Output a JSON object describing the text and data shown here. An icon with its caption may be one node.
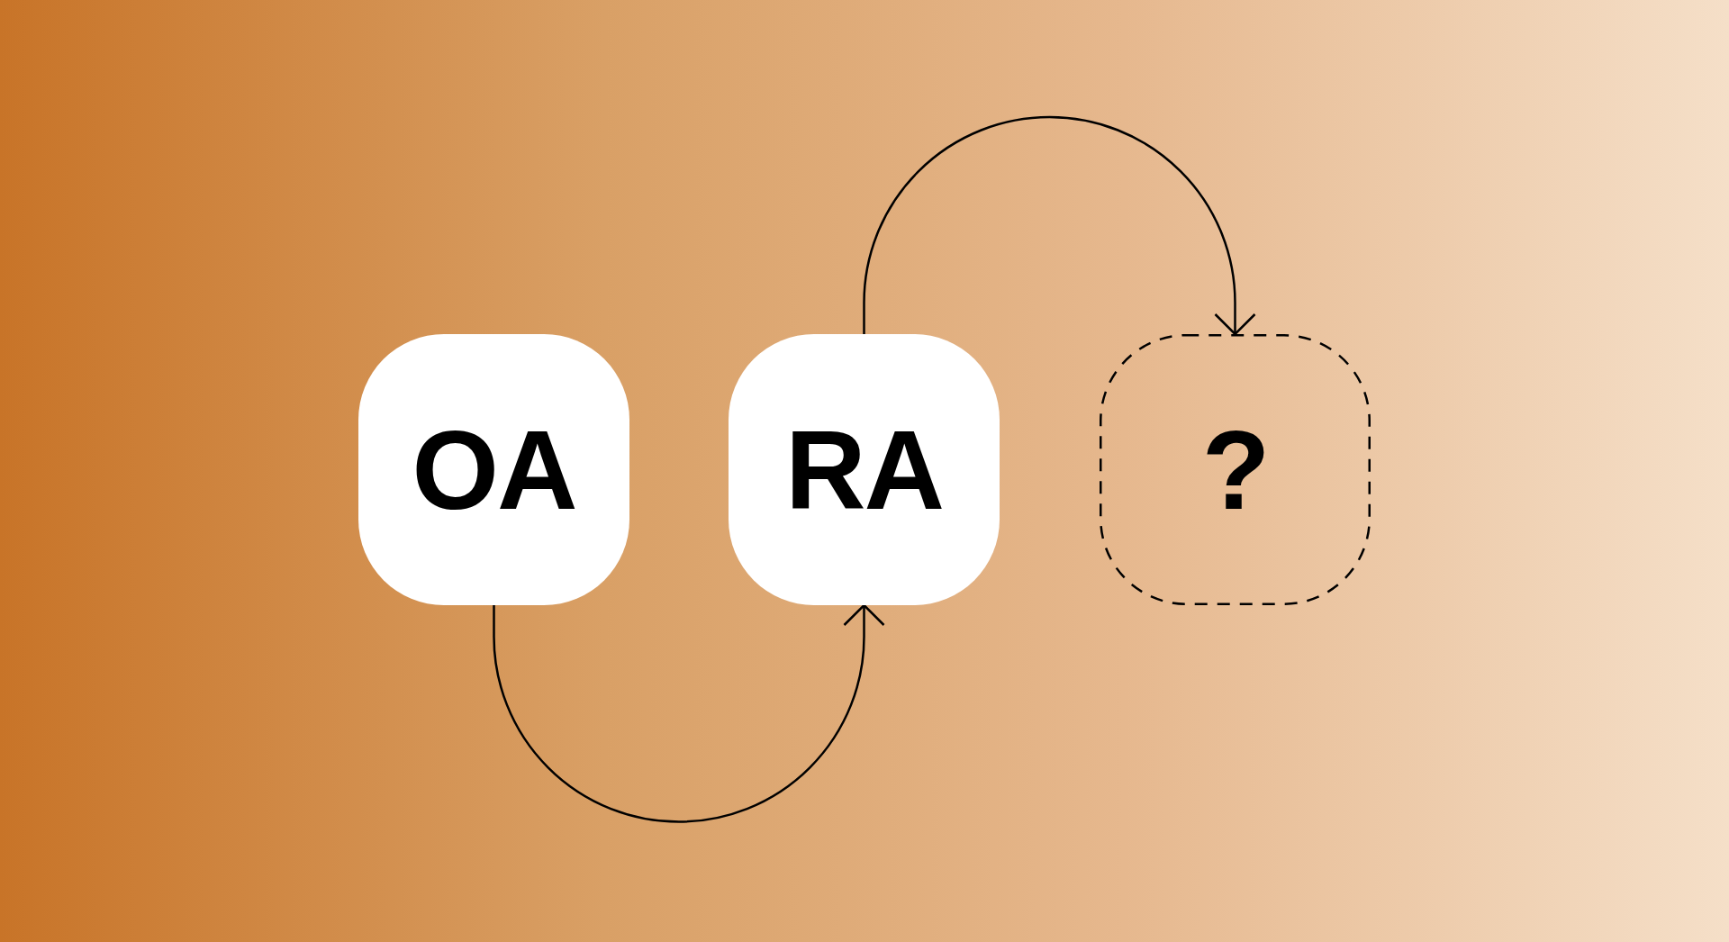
{
  "diagram": {
    "nodes": [
      {
        "text": [
          "OA"
        ]
      },
      {
        "text": [
          "RA"
        ]
      },
      {
        "text": [
          "?"
        ]
      }
    ],
    "edges": [
      {
        "from": 0,
        "to": 1,
        "arrow": "to"
      },
      {
        "from": 1,
        "to": 2,
        "arrow": "to"
      }
    ]
  }
}
